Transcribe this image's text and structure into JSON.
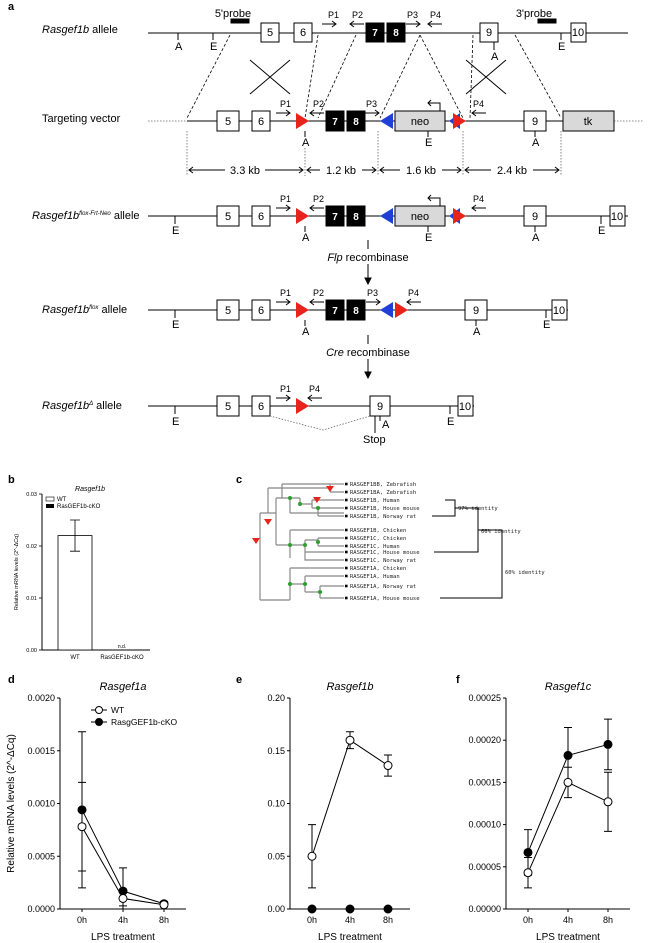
{
  "panels": {
    "a": "a",
    "b": "b",
    "c": "c",
    "d": "d",
    "e": "e",
    "f": "f"
  },
  "panel_a": {
    "rows": {
      "allele": {
        "name": "Rasgef1b",
        "suffix": " allele"
      },
      "vector": {
        "name": "Targeting vector"
      },
      "flox_frt_neo": {
        "name": "Rasgef1b",
        "sup": "flox-Frt-Neo",
        "suffix": " allele"
      },
      "flox": {
        "name": "Rasgef1b",
        "sup": "flox",
        "suffix": " allele"
      },
      "delta": {
        "name": "Rasgef1b",
        "sup": "Δ",
        "suffix": " allele"
      }
    },
    "probes": {
      "five": "5'probe",
      "three": "3'probe"
    },
    "exons": {
      "e5": "5",
      "e6": "6",
      "e7": "7",
      "e8": "8",
      "e9": "9",
      "e10": "10"
    },
    "cassettes": {
      "neo": "neo",
      "tk": "tk"
    },
    "primers": {
      "p1": "P1",
      "p2": "P2",
      "p3": "P3",
      "p4": "P4"
    },
    "sites": {
      "a": "A",
      "e": "E"
    },
    "distances": [
      "3.3 kb",
      "1.2 kb",
      "1.6 kb",
      "2.4 kb"
    ],
    "steps": {
      "flp": "Flp",
      "flp_rest": " recombinase",
      "cre": "Cre",
      "cre_rest": " recombinase"
    },
    "stop": "Stop"
  },
  "chart_data": [
    {
      "id": "b",
      "type": "bar",
      "title": "Rasgef1b",
      "ylabel": "Relative mRNA levels (2^-ΔCq)",
      "categories": [
        "WT",
        "RasGEF1b-cKO"
      ],
      "series": [
        {
          "name": "WT",
          "values": [
            0.022,
            0
          ]
        },
        {
          "name": "RasGEF1b-cKO",
          "values": [
            0,
            0
          ]
        }
      ],
      "errors": [
        0.003,
        0
      ],
      "annotations": [
        "n.d."
      ],
      "ylim": [
        0,
        0.03
      ],
      "yticks": [
        "0.00",
        "0.01",
        "0.02",
        "0.03"
      ],
      "legend": "top-left"
    },
    {
      "id": "d",
      "type": "line",
      "title": "Rasgef1a",
      "xlabel": "LPS treatment",
      "ylabel": "Relative mRNA levels (2^-ΔCq)",
      "categories": [
        "0h",
        "4h",
        "8h"
      ],
      "series": [
        {
          "name": "WT",
          "values": [
            0.00078,
            0.0001,
            4e-05
          ],
          "errors": [
            0.00042,
            7e-05,
            2e-05
          ]
        },
        {
          "name": "RasgGEF1b-cKO",
          "values": [
            0.00094,
            0.00017,
            5e-05
          ],
          "errors": [
            0.00074,
            0.00022,
            2e-05
          ]
        }
      ],
      "ylim": [
        0,
        0.002
      ],
      "yticks": [
        "0.0000",
        "0.0005",
        "0.0010",
        "0.0015",
        "0.0020"
      ],
      "legend": "top-right"
    },
    {
      "id": "e",
      "type": "line",
      "title": "Rasgef1b",
      "xlabel": "LPS treatment",
      "categories": [
        "0h",
        "4h",
        "8h"
      ],
      "series": [
        {
          "name": "WT",
          "values": [
            0.05,
            0.16,
            0.136
          ],
          "errors": [
            0.03,
            0.008,
            0.01
          ]
        },
        {
          "name": "RasgGEF1b-cKO",
          "values": [
            0,
            0,
            0
          ],
          "errors": [
            0,
            0,
            0
          ]
        }
      ],
      "ylim": [
        0,
        0.2
      ],
      "yticks": [
        "0.00",
        "0.05",
        "0.10",
        "0.15",
        "0.20"
      ]
    },
    {
      "id": "f",
      "type": "line",
      "title": "Rasgef1c",
      "xlabel": "LPS treatment",
      "categories": [
        "0h",
        "4h",
        "8h"
      ],
      "series": [
        {
          "name": "WT",
          "values": [
            4.3e-05,
            0.00015,
            0.000127
          ],
          "errors": [
            1.8e-05,
            1.8e-05,
            3.5e-05
          ]
        },
        {
          "name": "RasgGEF1b-cKO",
          "values": [
            6.7e-05,
            0.000182,
            0.000195
          ],
          "errors": [
            2.7e-05,
            3.3e-05,
            3e-05
          ]
        }
      ],
      "ylim": [
        0,
        0.00025
      ],
      "yticks": [
        "0.00000",
        "0.00005",
        "0.00010",
        "0.00015",
        "0.00020",
        "0.00025"
      ]
    }
  ],
  "panel_c": {
    "taxa": [
      "RASGEF1BB, Zebrafish",
      "RASGEF1BA, Zebrafish",
      "RASGEF1B, Human",
      "RASGEF1B, House mouse",
      "RASGEF1B, Norway rat",
      "RASGEF1B, Chicken",
      "RASGEF1C, Chicken",
      "RASGEF1C, Human",
      "RASGEF1C, House mouse",
      "RASGEF1C, Norway rat",
      "RASGEF1A, Chicken",
      "RASGEF1A, Human",
      "RASGEF1A, Norway rat",
      "RASGEF1A, House mouse"
    ],
    "identities": [
      "97% identity",
      "66% identity",
      "60% identity"
    ]
  },
  "colors": {
    "loxp": "#e8231b",
    "frt": "#1f3fd6",
    "node": "#2e9e2e",
    "dup": "#e8231b"
  }
}
